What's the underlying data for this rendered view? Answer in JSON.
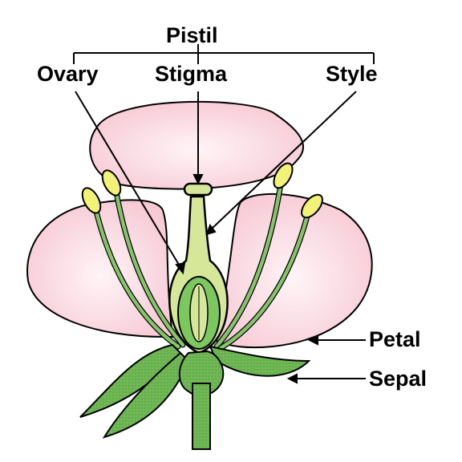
{
  "labels": {
    "pistil": "Pistil",
    "ovary": "Ovary",
    "stigma": "Stigma",
    "style": "Style",
    "petal": "Petal",
    "sepal": "Sepal"
  },
  "colors": {
    "petal_fill": "#fbd7e0",
    "petal_center": "#fde8ee",
    "sepal_fill": "#6cb552",
    "pistil_fill": "#d6e79a",
    "ovary_inner": "#7cc75e",
    "filament": "#86c46a",
    "anther": "#f2f178",
    "outline": "#000000"
  }
}
